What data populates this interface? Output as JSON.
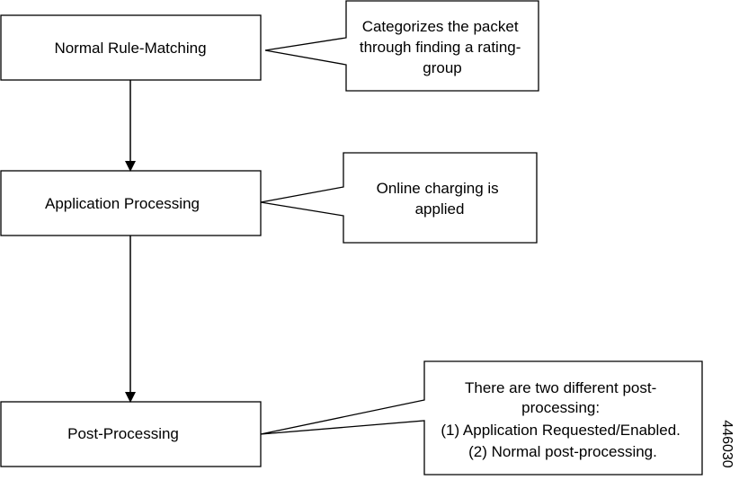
{
  "steps": [
    {
      "label": "Normal Rule-Matching"
    },
    {
      "label": "Application Processing"
    },
    {
      "label": "Post-Processing"
    }
  ],
  "callouts": [
    {
      "lines": [
        "Categorizes the packet",
        "through finding a rating-",
        "group"
      ]
    },
    {
      "lines": [
        "Online charging is",
        "applied"
      ]
    },
    {
      "lines": [
        "There are two different post-",
        "processing:",
        "(1) Application Requested/Enabled.",
        "(2) Normal post-processing."
      ]
    }
  ],
  "figure_id": "446030",
  "colors": {
    "stroke": "#000000",
    "fill": "#ffffff",
    "text": "#000000"
  }
}
